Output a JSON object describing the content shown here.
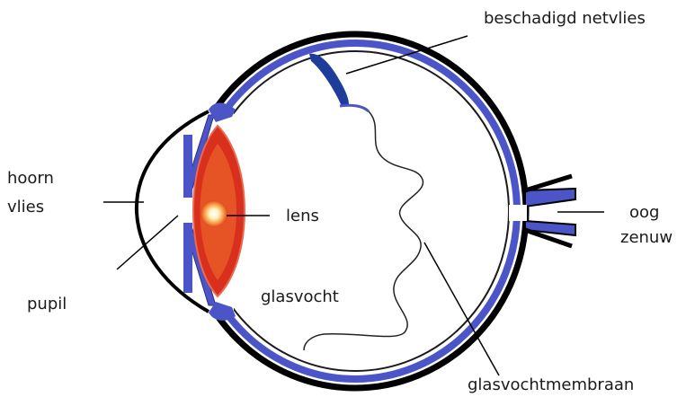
{
  "labels": {
    "damaged_retina": "beschadigd netvlies",
    "cornea_line1": "hoorn",
    "cornea_line2": "vlies",
    "pupil": "pupil",
    "lens": "lens",
    "optic_nerve_line1": "oog",
    "optic_nerve_line2": "zenuw",
    "vitreous_humor": "glasvocht",
    "vitreous_membrane": "glasvochtmembraan"
  },
  "colors": {
    "outline": "#000000",
    "choroid_blue": "#4b55c8",
    "damage_blue": "#1e3c9a",
    "lens_red": "#d8301c",
    "lens_orange": "#f06a2a",
    "lens_center": "#fff3c0"
  }
}
